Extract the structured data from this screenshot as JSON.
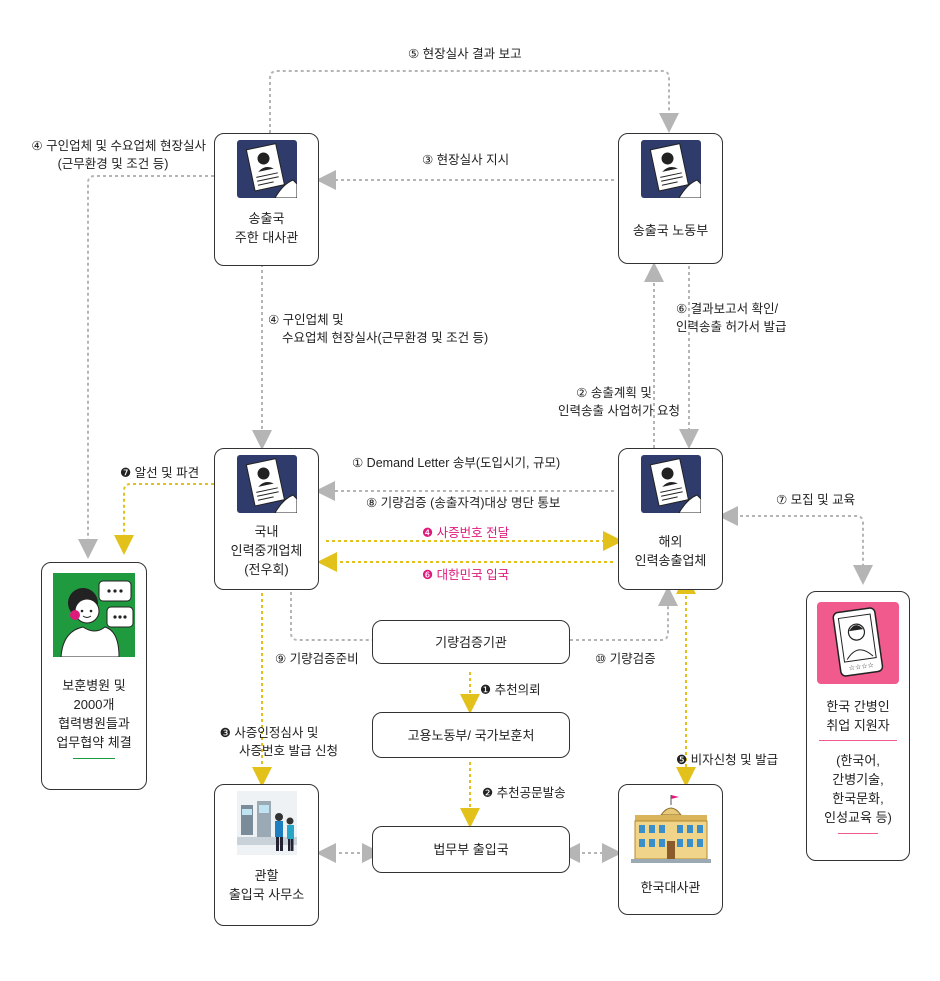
{
  "colors": {
    "gray_line": "#b5b5b5",
    "yellow_line": "#e2c21a",
    "pink_text": "#e0197d",
    "green": "#1f9a3e",
    "pink_panel": "#f05a8c",
    "navy_icon": "#2f3b6b"
  },
  "icons": {
    "document": "resume-document-icon",
    "nurse": "nurse-chat-icon",
    "tablet": "tablet-profile-icon",
    "airport": "airport-icon",
    "embassy": "embassy-building-icon"
  },
  "boxes": {
    "embassy_sending": {
      "line1": "송출국",
      "line2": "주한 대사관"
    },
    "labor_ministry": {
      "line1": "송출국 노동부"
    },
    "domestic_agency": {
      "line1": "국내",
      "line2": "인력중개업체",
      "line3": "(전우회)"
    },
    "overseas_agency": {
      "line1": "해외",
      "line2": "인력송출업체"
    },
    "hospitals": {
      "line1": "보훈병원 및",
      "line2": "2000개",
      "line3": "협력병원들과",
      "line4": "업무협약 체결"
    },
    "applicants": {
      "line1": "한국 간병인",
      "line2": "취업 지원자",
      "line3": "(한국어,",
      "line4": "간병기술,",
      "line5": "한국문화,",
      "line6": "인성교육 등)"
    },
    "verification": {
      "label": "기량검증기관"
    },
    "employment": {
      "label": "고용노동부/ 국가보훈처"
    },
    "justice": {
      "label": "법무부 출입국"
    },
    "immigration_office": {
      "line1": "관할",
      "line2": "출입국 사무소"
    },
    "korean_embassy": {
      "line1": "한국대사관"
    }
  },
  "labels": {
    "s5_report": "⑤ 현장실사 결과 보고",
    "s4_left_1": "④ 구인업체 및 수요업체 현장실사",
    "s4_left_2": "(근무환경 및 조건 등)",
    "s3": "③ 현장실사 지시",
    "s4_mid_1": "④ 구인업체 및",
    "s4_mid_2": "수요업체 현장실사(근무환경 및 조건 등)",
    "s6_1": "⑥ 결과보고서 확인/",
    "s6_2": "인력송출 허가서 발급",
    "s2_1": "② 송출계획 및",
    "s2_2": "인력송출 사업허가 요청",
    "s1": "① Demand Letter 송부(도입시기, 규모)",
    "s8": "⑧ 기량검증 (송출자격)대상 명단 통보",
    "y4": "❹ 사증번호 전달",
    "y6": "❻ 대한민국 입국",
    "y7": "❼ 알선 및 파견",
    "s7": "⑦ 모집 및 교육",
    "s9": "⑨ 기량검증준비",
    "s10": "⑩ 기량검증",
    "b1": "❶ 추천의뢰",
    "b2": "❷ 추천공문발송",
    "b3_1": "❸ 사증인정심사 및",
    "b3_2": "사증번호 발급 신청",
    "b5": "❺ 비자신청 및 발급"
  }
}
